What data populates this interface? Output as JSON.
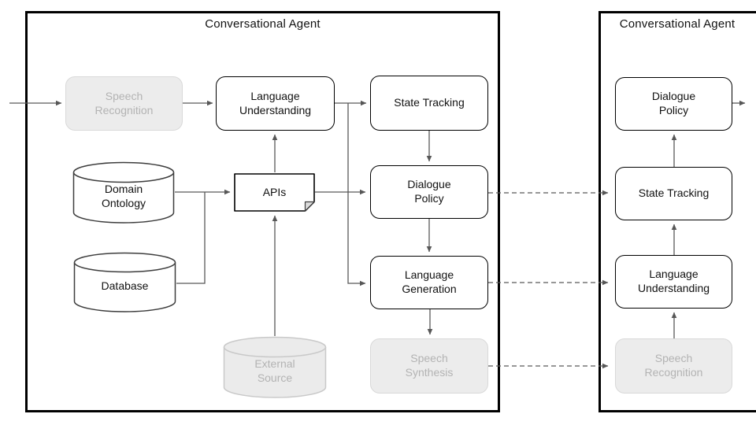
{
  "left_panel": {
    "title": "Conversational Agent",
    "nodes": {
      "speech_recognition": "Speech\nRecognition",
      "language_understanding": "Language\nUnderstanding",
      "state_tracking": "State Tracking",
      "apis": "APIs",
      "dialogue_policy": "Dialogue\nPolicy",
      "language_generation": "Language\nGeneration",
      "speech_synthesis": "Speech\nSynthesis",
      "domain_ontology": "Domain\nOntology",
      "database": "Database",
      "external_source": "External\nSource"
    }
  },
  "right_panel": {
    "title": "Conversational Agent",
    "nodes": {
      "dialogue_policy": "Dialogue\nPolicy",
      "state_tracking": "State Tracking",
      "language_understanding": "Language\nUnderstanding",
      "speech_recognition": "Speech\nRecognition"
    }
  },
  "colors": {
    "panel_border": "#000000",
    "box_border": "#000000",
    "disabled_fill": "#ececec",
    "disabled_border": "#d9d9d9",
    "disabled_text": "#b3b3b3",
    "connector": "#595959",
    "cylinder_border": "#3d3d3d"
  }
}
